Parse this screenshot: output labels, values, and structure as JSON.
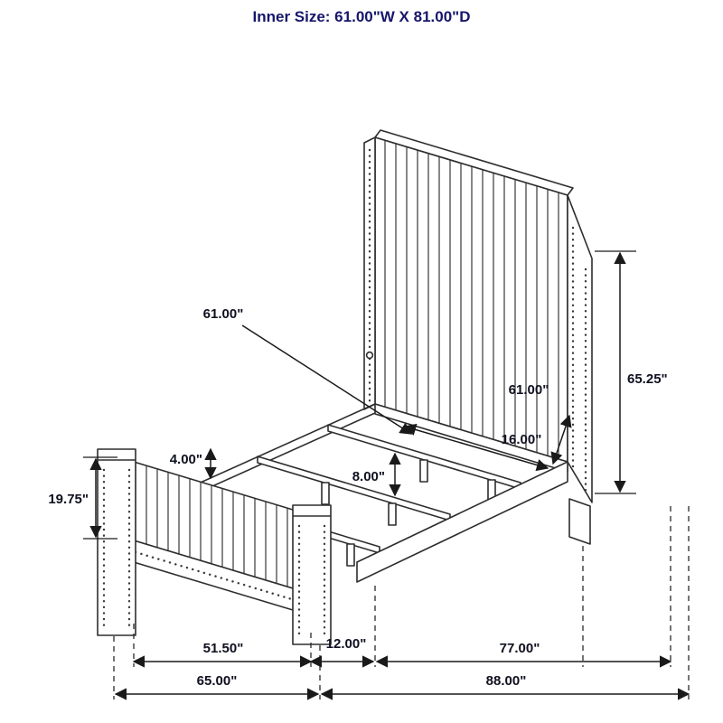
{
  "title": "Inner Size: 61.00\"W X 81.00\"D",
  "colors": {
    "line": "#2e2e2e",
    "title_text": "#16166b",
    "dimension_text": "#0f1020",
    "background": "#ffffff"
  },
  "dims": {
    "slat_length": "61.00\"",
    "inner_width": "61.00\"",
    "headboard_height": "65.25\"",
    "headboard_clearance": "16.00\"",
    "slat_spacing": "8.00\"",
    "rail_height": "4.00\"",
    "footboard_height": "19.75\"",
    "footboard_inner_width": "51.50\"",
    "side_offset": "12.00\"",
    "rail_length": "77.00\"",
    "footboard_width": "65.00\"",
    "overall_depth": "88.00\""
  }
}
